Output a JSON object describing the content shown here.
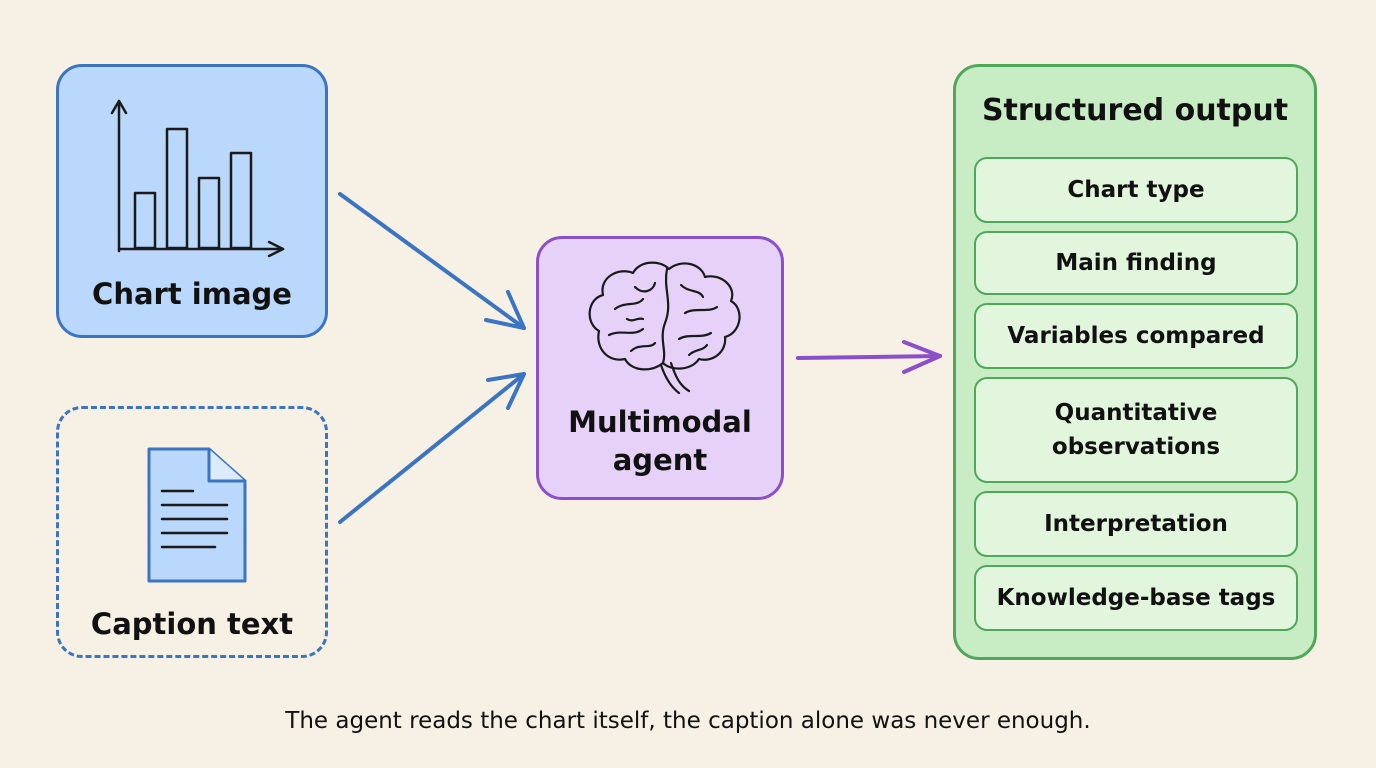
{
  "inputs": {
    "chart_image_label": "Chart image",
    "caption_text_label": "Caption text"
  },
  "agent": {
    "label_line1": "Multimodal",
    "label_line2": "agent"
  },
  "output": {
    "title": "Structured output",
    "items": [
      "Chart type",
      "Main finding",
      "Variables compared",
      "Quantitative observations",
      "Interpretation",
      "Knowledge-base tags"
    ]
  },
  "footer": "The agent reads the chart itself, the caption alone was never enough.",
  "colors": {
    "background": "#f6f1e4",
    "input_blue": "#3a74c2",
    "chart_fill": "#b9d8fb",
    "agent_purple": "#8b4fcb",
    "agent_fill": "#e6d2f8",
    "output_green": "#4fa85a",
    "output_fill": "#c8ecc4"
  }
}
